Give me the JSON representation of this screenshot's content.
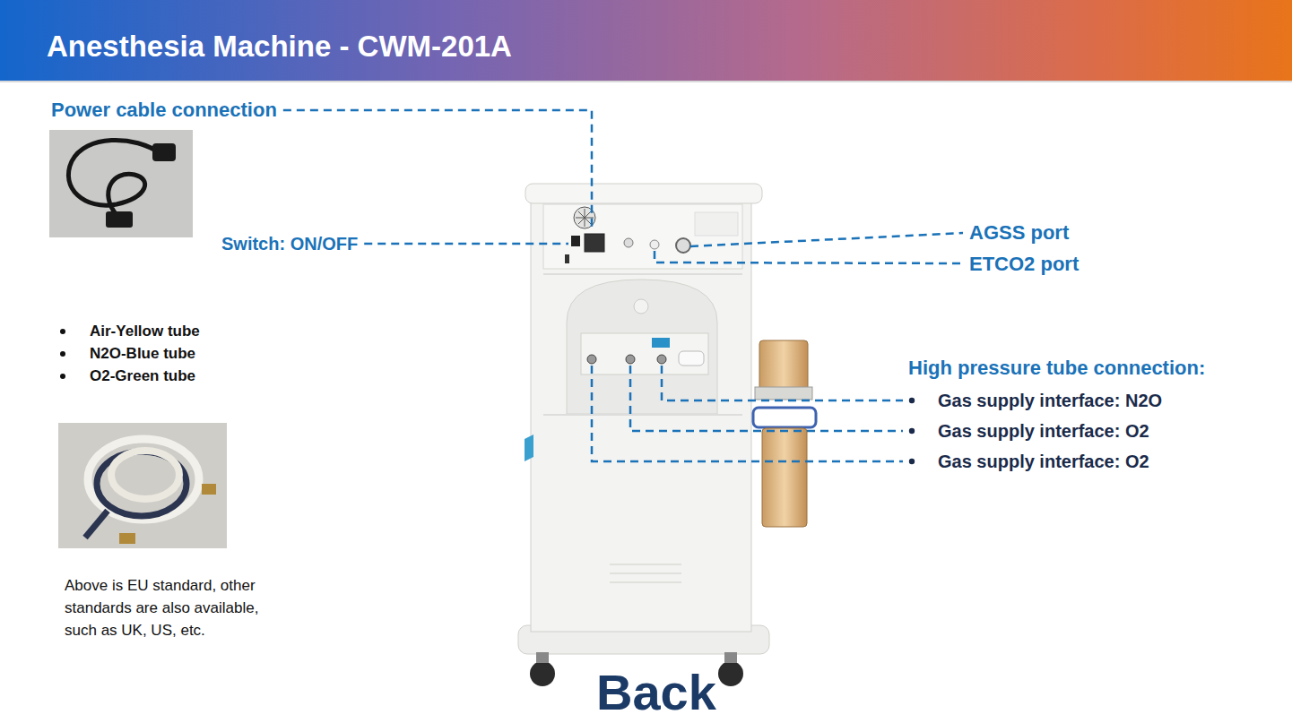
{
  "diagram": {
    "title": "Anesthesia Machine - CWM-201A",
    "labels": [
      "Power cable connection",
      "Switch: ON/OFF",
      "AGSS port",
      "ETCO2 port",
      "Air-Yellow tube",
      "N2O-Blue tube",
      "O2-Green tube",
      "High pressure tube connection:",
      "Gas supply interface: N2O",
      "Gas supply interface: O2",
      "Gas supply interface: O2",
      "Above is EU standard, other standards are also available, such as UK, US, etc.",
      "Back"
    ]
  }
}
